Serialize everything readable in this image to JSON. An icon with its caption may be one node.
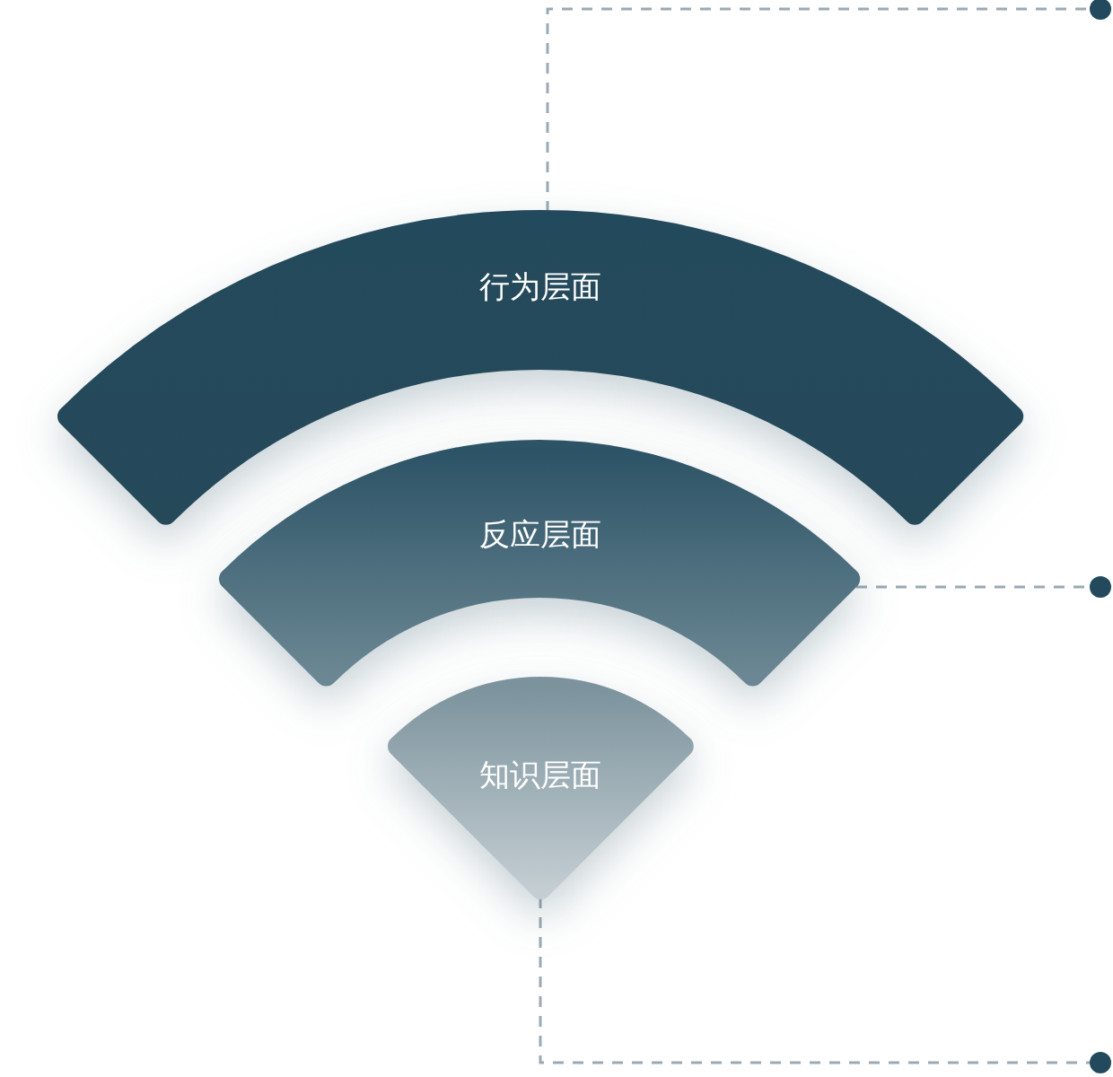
{
  "diagram": {
    "nodes": [
      {
        "text": [
          "行为层面"
        ]
      },
      {
        "text": [
          "反应层面"
        ]
      },
      {
        "text": [
          "知识层面"
        ]
      },
      {
        "text": [],
        "shape": "circle"
      },
      {
        "text": [],
        "shape": "circle"
      },
      {
        "text": [],
        "shape": "circle"
      }
    ],
    "edges": [
      {
        "from": 0,
        "to": 3,
        "arrow": "none",
        "style": "dashed"
      },
      {
        "from": 1,
        "to": 4,
        "arrow": "none",
        "style": "dashed"
      },
      {
        "from": 2,
        "to": 5,
        "arrow": "none",
        "style": "dashed"
      }
    ]
  }
}
